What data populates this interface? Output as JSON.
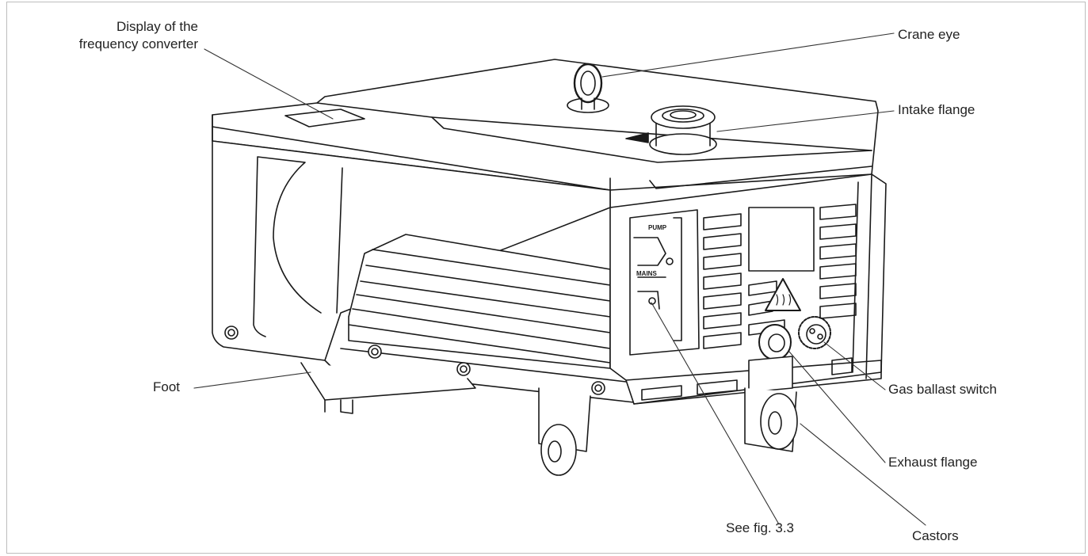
{
  "labels": {
    "display_line1": "Display of the",
    "display_line2": "frequency converter",
    "crane_eye": "Crane eye",
    "intake_flange": "Intake flange",
    "foot": "Foot",
    "gas_ballast_switch": "Gas ballast switch",
    "exhaust_flange": "Exhaust flange",
    "see_fig": "See fig. 3.3",
    "castors": "Castors"
  },
  "panel_text": {
    "pump": "PUMP",
    "mains": "MAINS"
  }
}
